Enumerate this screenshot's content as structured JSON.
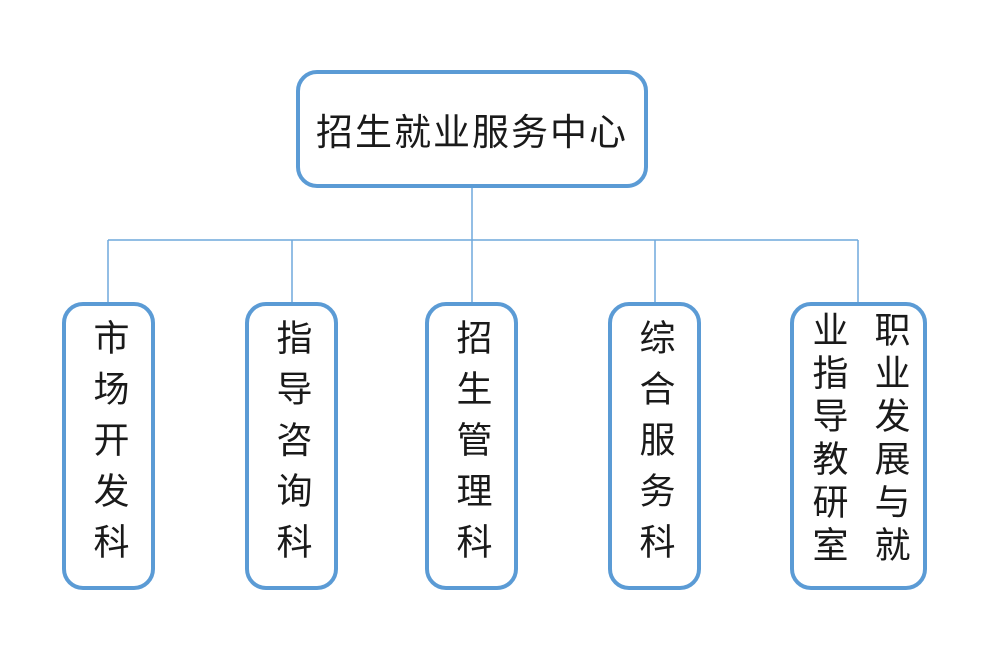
{
  "diagram": {
    "type": "org-chart",
    "root": {
      "label": "招生就业服务中心"
    },
    "children": [
      {
        "label": "市场开发科"
      },
      {
        "label": "指导咨询科"
      },
      {
        "label": "招生管理科"
      },
      {
        "label": "综合服务科"
      },
      {
        "label": "职业发展与就业指导教研室"
      }
    ],
    "colors": {
      "box_border": "#5B9BD5",
      "connector": "#6FA8DC",
      "text": "#1A1A1A",
      "background": "#FFFFFF"
    }
  }
}
